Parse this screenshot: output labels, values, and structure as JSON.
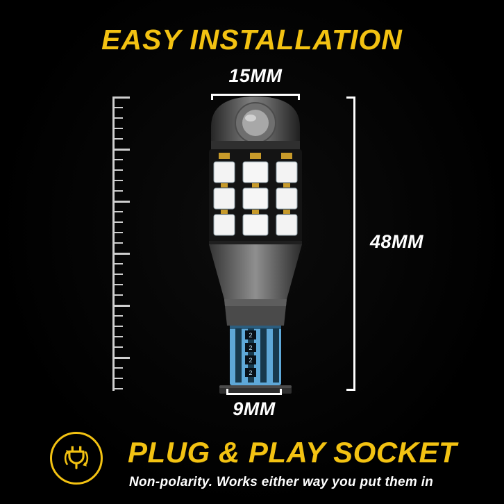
{
  "colors": {
    "background": "#000000",
    "accent_yellow": "#F3C212",
    "text_white": "#FFFFFF",
    "ruler_gray": "#CFCFCF",
    "base_blue": "#5EA8D8"
  },
  "header": {
    "title": "EASY INSTALLATION"
  },
  "measurements": {
    "top_width": "15MM",
    "height": "48MM",
    "base_width": "9MM"
  },
  "bulb": {
    "component_marking": "2"
  },
  "footer": {
    "title": "PLUG & PLAY SOCKET",
    "subtitle": "Non-polarity. Works either way you put them in"
  }
}
